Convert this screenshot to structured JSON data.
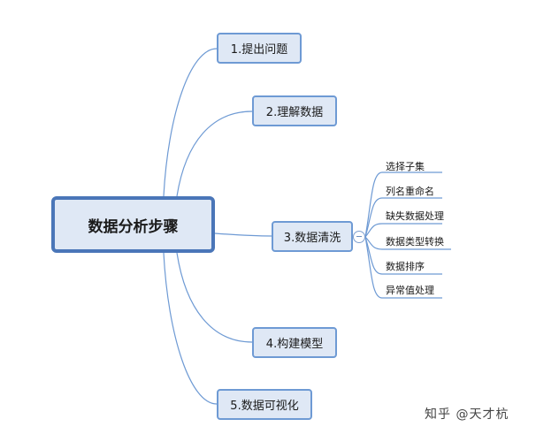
{
  "root": {
    "label": "数据分析步骤"
  },
  "steps": [
    {
      "label": "1.提出问题"
    },
    {
      "label": "2.理解数据"
    },
    {
      "label": "3.数据清洗"
    },
    {
      "label": "4.构建模型"
    },
    {
      "label": "5.数据可视化"
    }
  ],
  "cleaning_substeps": [
    {
      "label": "选择子集"
    },
    {
      "label": "列名重命名"
    },
    {
      "label": "缺失数据处理"
    },
    {
      "label": "数据类型转换"
    },
    {
      "label": "数据排序"
    },
    {
      "label": "异常值处理"
    }
  ],
  "watermark": "知乎 @天才杭",
  "colors": {
    "line": "#6e9ad4",
    "node_fill": "#dfe8f5",
    "root_border": "#4a76b8"
  }
}
